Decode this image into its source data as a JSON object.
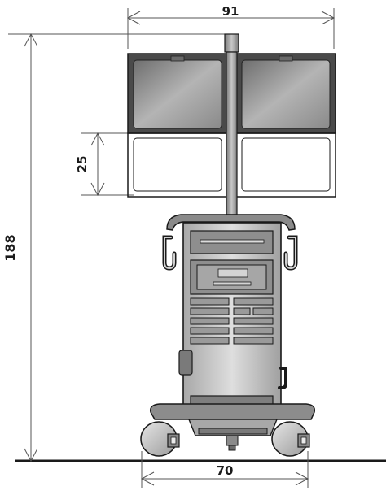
{
  "dimensions": {
    "top_width": "91",
    "monitor_bay_height": "25",
    "total_height": "188",
    "base_width": "70"
  },
  "colors": {
    "line": "#1a1a1a",
    "cart_fill": "#c8c8c8",
    "cart_dark": "#7a7a7a",
    "screen_fill": "#9a9a9a",
    "arrow": "#555555"
  }
}
